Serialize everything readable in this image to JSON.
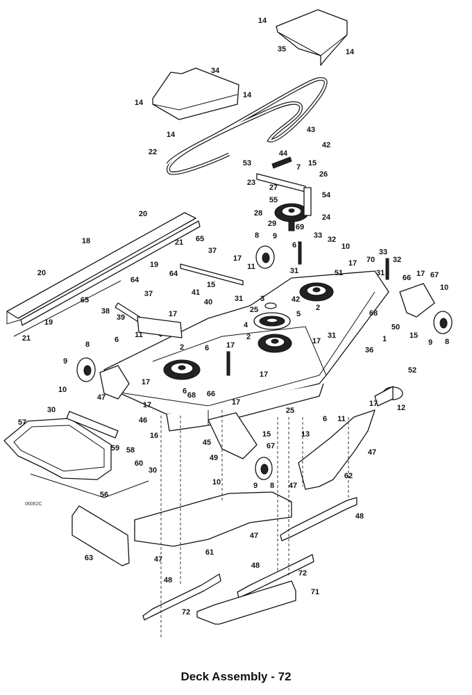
{
  "caption": "Deck Assembly - 72",
  "drawing_code": "06062C",
  "callouts": [
    {
      "label": "14"
    },
    {
      "label": "35"
    },
    {
      "label": "14"
    },
    {
      "label": "34"
    },
    {
      "label": "14"
    },
    {
      "label": "14"
    },
    {
      "label": "14"
    },
    {
      "label": "22"
    },
    {
      "label": "43"
    },
    {
      "label": "42"
    },
    {
      "label": "44"
    },
    {
      "label": "53"
    },
    {
      "label": "7"
    },
    {
      "label": "15"
    },
    {
      "label": "26"
    },
    {
      "label": "23"
    },
    {
      "label": "27"
    },
    {
      "label": "54"
    },
    {
      "label": "55"
    },
    {
      "label": "28"
    },
    {
      "label": "24"
    },
    {
      "label": "29"
    },
    {
      "label": "69"
    },
    {
      "label": "20"
    },
    {
      "label": "21"
    },
    {
      "label": "18"
    },
    {
      "label": "19"
    },
    {
      "label": "65"
    },
    {
      "label": "37"
    },
    {
      "label": "8"
    },
    {
      "label": "9"
    },
    {
      "label": "6"
    },
    {
      "label": "33"
    },
    {
      "label": "32"
    },
    {
      "label": "10"
    },
    {
      "label": "33"
    },
    {
      "label": "32"
    },
    {
      "label": "20"
    },
    {
      "label": "64"
    },
    {
      "label": "17"
    },
    {
      "label": "11"
    },
    {
      "label": "31"
    },
    {
      "label": "70"
    },
    {
      "label": "17"
    },
    {
      "label": "51"
    },
    {
      "label": "31"
    },
    {
      "label": "66"
    },
    {
      "label": "17"
    },
    {
      "label": "67"
    },
    {
      "label": "10"
    },
    {
      "label": "65"
    },
    {
      "label": "64"
    },
    {
      "label": "38"
    },
    {
      "label": "39"
    },
    {
      "label": "37"
    },
    {
      "label": "15"
    },
    {
      "label": "41"
    },
    {
      "label": "40"
    },
    {
      "label": "31"
    },
    {
      "label": "3"
    },
    {
      "label": "42"
    },
    {
      "label": "2"
    },
    {
      "label": "25"
    },
    {
      "label": "5"
    },
    {
      "label": "4"
    },
    {
      "label": "68"
    },
    {
      "label": "1"
    },
    {
      "label": "50"
    },
    {
      "label": "15"
    },
    {
      "label": "9"
    },
    {
      "label": "8"
    },
    {
      "label": "19"
    },
    {
      "label": "21"
    },
    {
      "label": "17"
    },
    {
      "label": "31"
    },
    {
      "label": "11"
    },
    {
      "label": "6"
    },
    {
      "label": "2"
    },
    {
      "label": "17"
    },
    {
      "label": "8"
    },
    {
      "label": "2"
    },
    {
      "label": "6"
    },
    {
      "label": "17"
    },
    {
      "label": "17"
    },
    {
      "label": "36"
    },
    {
      "label": "52"
    },
    {
      "label": "9"
    },
    {
      "label": "10"
    },
    {
      "label": "47"
    },
    {
      "label": "17"
    },
    {
      "label": "6"
    },
    {
      "label": "66"
    },
    {
      "label": "68"
    },
    {
      "label": "17"
    },
    {
      "label": "30"
    },
    {
      "label": "17"
    },
    {
      "label": "46"
    },
    {
      "label": "25"
    },
    {
      "label": "6"
    },
    {
      "label": "11"
    },
    {
      "label": "12"
    },
    {
      "label": "17"
    },
    {
      "label": "57"
    },
    {
      "label": "16"
    },
    {
      "label": "13"
    },
    {
      "label": "45"
    },
    {
      "label": "15"
    },
    {
      "label": "67"
    },
    {
      "label": "59"
    },
    {
      "label": "58"
    },
    {
      "label": "60"
    },
    {
      "label": "49"
    },
    {
      "label": "30"
    },
    {
      "label": "10"
    },
    {
      "label": "9"
    },
    {
      "label": "8"
    },
    {
      "label": "47"
    },
    {
      "label": "47"
    },
    {
      "label": "62"
    },
    {
      "label": "56"
    },
    {
      "label": "48"
    },
    {
      "label": "47"
    },
    {
      "label": "47"
    },
    {
      "label": "61"
    },
    {
      "label": "63"
    },
    {
      "label": "48"
    },
    {
      "label": "72"
    },
    {
      "label": "71"
    },
    {
      "label": "48"
    },
    {
      "label": "72"
    }
  ]
}
